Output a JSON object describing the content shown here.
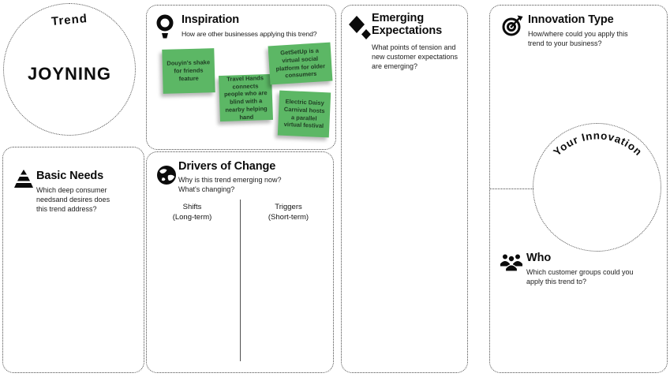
{
  "trend": {
    "label": "Trend",
    "name": "JOYNING"
  },
  "inspiration": {
    "icon": "lightbulb-icon",
    "title": "Inspiration",
    "subtitle": "How are other businesses applying this trend?",
    "notes": [
      {
        "text": "Douyin's shake for friends feature"
      },
      {
        "text": "Travel Hands connects people who are blind with a nearby helping hand"
      },
      {
        "text": "GetSetUp is a virtual social platform for older consumers"
      },
      {
        "text": "Electric Daisy Carnival hosts a parallel virtual festival"
      }
    ]
  },
  "emerging_expectations": {
    "icon": "diamonds-icon",
    "title": "Emerging Expectations",
    "subtitle": "What points of tension and new customer expectations are emerging?"
  },
  "innovation_type": {
    "icon": "target-arrow-icon",
    "title": "Innovation Type",
    "subtitle": "How/where could you apply this trend to your business?"
  },
  "your_innovation": {
    "label": "Your Innovation"
  },
  "who": {
    "icon": "people-group-icon",
    "title": "Who",
    "subtitle": "Which customer groups could you apply this trend to?"
  },
  "basic_needs": {
    "icon": "pyramid-icon",
    "title": "Basic Needs",
    "subtitle": "Which deep consumer needsand desires does this trend address?"
  },
  "drivers_of_change": {
    "icon": "globe-icon",
    "title": "Drivers of Change",
    "subtitle": "Why is this trend emerging now? What's changing?",
    "columns": [
      {
        "label": "Shifts",
        "sublabel": "(Long-term)"
      },
      {
        "label": "Triggers",
        "sublabel": "(Short-term)"
      }
    ]
  },
  "colors": {
    "note_green": "#5cb765",
    "note_text": "#1f3d23",
    "border": "#4a4a4a",
    "ink": "#0d0d0d"
  }
}
